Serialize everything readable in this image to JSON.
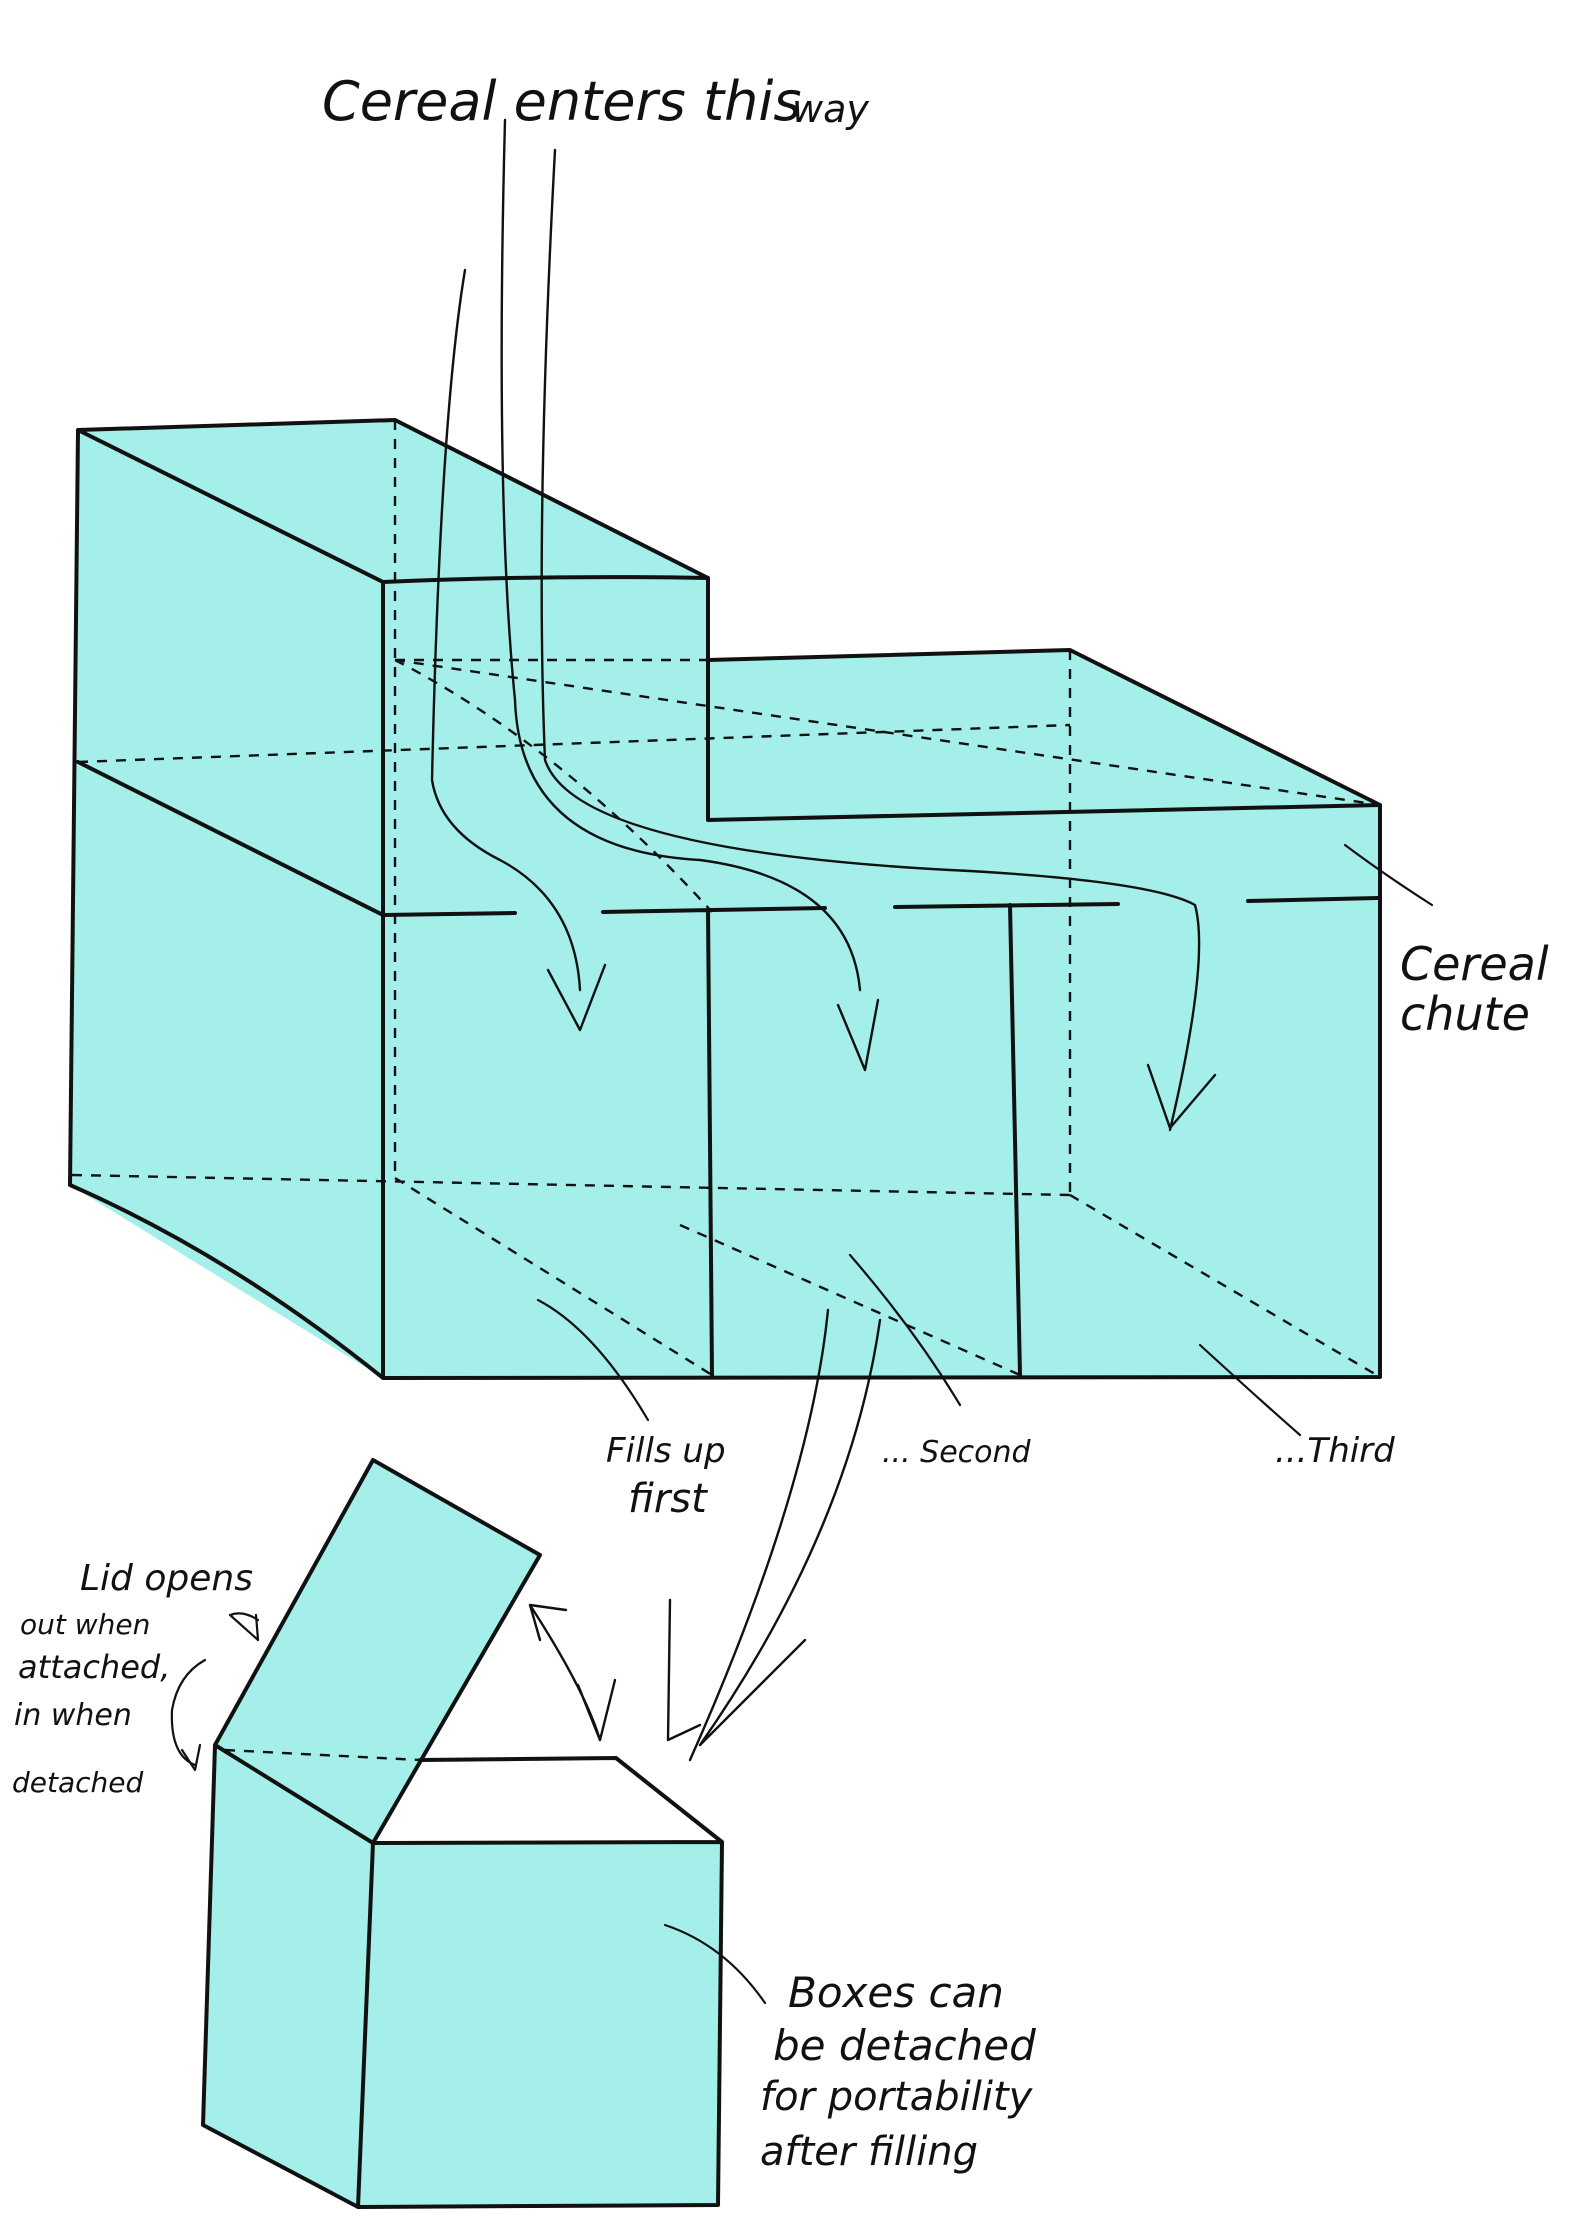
{
  "colors": {
    "box_fill": "#a4efea",
    "ink": "#111111",
    "background": "#ffffff"
  },
  "labels": {
    "cereal_enters": "Cereal enters this",
    "cereal_enters_way": "way",
    "cereal_chute_1": "Cereal",
    "cereal_chute_2": "chute",
    "fills_first_1": "Fills up",
    "fills_first_2": "first",
    "second": "... Second",
    "third": "...Third",
    "lid_1": "Lid opens",
    "lid_2": "out when",
    "lid_3": "attached,",
    "lid_4": "in when",
    "lid_5": "detached",
    "boxes_1": "Boxes can",
    "boxes_2": "be detached",
    "boxes_3": "for portability",
    "boxes_4": "after filling"
  }
}
